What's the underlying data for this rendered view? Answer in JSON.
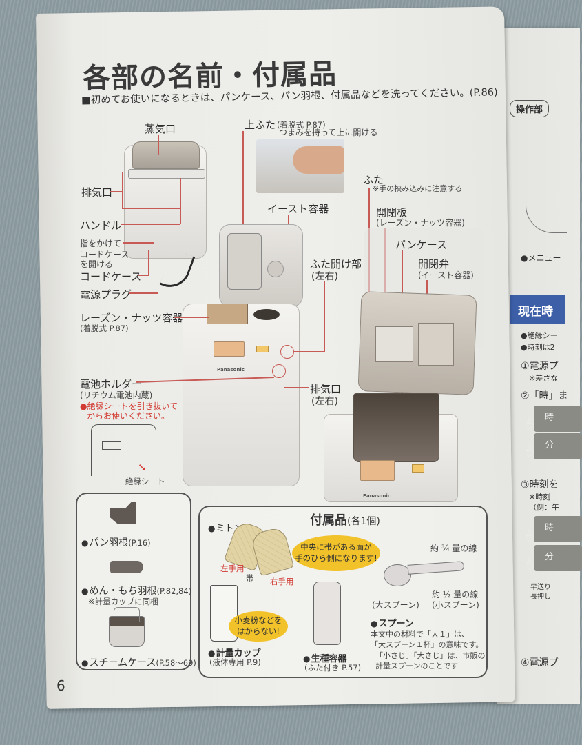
{
  "page": {
    "title": "各部の名前・付属品",
    "intro": "■初めてお使いになるときは、パンケース、パン羽根、付属品などを洗ってください。(P.86)",
    "page_number": "6"
  },
  "closed_machine_labels": {
    "steam_vent": "蒸気口",
    "exhaust_vent": "排気口",
    "handle": "ハンドル",
    "cord_case_hint": [
      "指をかけて",
      "コードケース",
      "を開ける"
    ],
    "cord_case": "コードケース",
    "power_plug": "電源プラグ"
  },
  "top_lid": {
    "label": "上ふた",
    "note": "(着脱式 P.87)",
    "instruction": "つまみを持って上に開ける"
  },
  "open_machine_labels": {
    "yeast_container": "イースト容器",
    "raisin_nut_container": "レーズン・ナッツ容器",
    "raisin_nut_note": "(着脱式 P.87)",
    "lid_open_part": "ふた開け部",
    "lid_open_part_note": "(左右)",
    "battery_holder": "電池ホルダー",
    "battery_holder_note": "(リチウム電池内蔵)",
    "battery_warning": [
      "●絶縁シートを引き抜いて",
      "からお使いください。"
    ],
    "exhaust_side": "排気口",
    "exhaust_side_note": "(左右)",
    "insulation_sheet": "絶縁シート",
    "brand": "Panasonic"
  },
  "right_machine_labels": {
    "lid": "ふた",
    "lid_note": "※手の挟み込みに注意する",
    "open_close_plate": "開閉板",
    "open_close_plate_note": "(レーズン・ナッツ容器)",
    "bread_case": "パンケース",
    "open_close_valve": "開閉弁",
    "open_close_valve_note": "(イースト容器)",
    "brand": "Panasonic"
  },
  "left_parts_box": {
    "items": [
      {
        "name": "パン羽根",
        "ref": "(P.16)"
      },
      {
        "name": "めん・もち羽根",
        "ref": "(P.82,84)",
        "note": "※計量カップに同梱"
      },
      {
        "name": "スチームケース",
        "ref": "(P.58〜69)"
      }
    ]
  },
  "accessories_box": {
    "title": "付属品",
    "title_suffix": "(各1個)",
    "mitten": {
      "name": "ミトン",
      "left": "左手用",
      "right": "右手用",
      "band": "帯",
      "callout": [
        "中央に帯がある面が",
        "手のひら側になります!"
      ]
    },
    "measuring_cup": {
      "name": "計量カップ",
      "note": "(液体専用 P.9)",
      "callout": [
        "小麦粉などを",
        "はからない!"
      ]
    },
    "yeast_container": {
      "name": "生種容器",
      "note": "(ふた付き P.57)"
    },
    "spoon": {
      "line_34": "約 ¾ 量の線",
      "line_12": "約 ½ 量の線",
      "large": "(大スプーン)",
      "small": "(小スプーン)",
      "name": "スプーン",
      "desc": [
        "本文中の材料で「大１」は、",
        "「大スプーン１杯」の意味です。",
        "「小さじ」「大さじ」は、市販の",
        "計量スプーンのことです"
      ]
    }
  },
  "right_page": {
    "badge": "操作部",
    "menu_bullet": "●メニュー",
    "section_header": "現在時",
    "bullets": [
      "●絶縁シー",
      "●時刻は2"
    ],
    "step1": "①電源プ",
    "step1_note": "※差さな",
    "step2": "②「時」ま",
    "key_hour": "時",
    "key_min": "分",
    "step3": "③時刻を",
    "step3_note": "※時刻",
    "step3_example": "（例：午",
    "fast_forward": [
      "早送り",
      "長押し"
    ],
    "step4": "④電源プ"
  },
  "colors": {
    "annotation_red": "#d23b33",
    "leader_line": "#c85a55",
    "callout_yellow": "#f2c22a",
    "header_blue": "#3c5fa8",
    "paper": "#eeeeea"
  }
}
